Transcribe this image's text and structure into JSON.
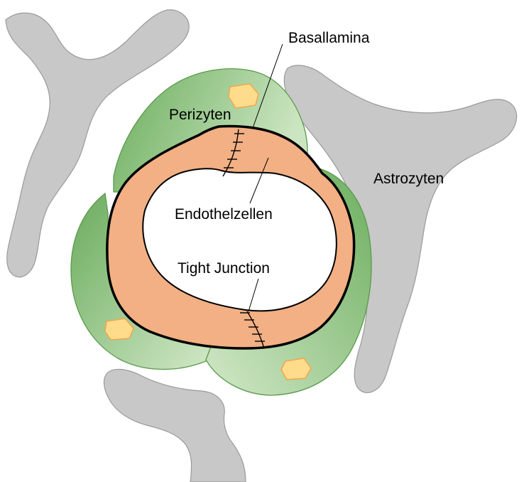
{
  "labels": {
    "basallamina": "Basallamina",
    "perizyten": "Perizyten",
    "astrozyten": "Astrozyten",
    "endothelzellen": "Endothelzellen",
    "tight_junction": "Tight Junction"
  },
  "colors": {
    "astrocyte_fill": "#c8c8c8",
    "pericyte_dark": "#6cae5e",
    "pericyte_light": "#c7e2bd",
    "endothelium_fill": "#f2b084",
    "nucleus_fill": "#ffdc8c",
    "outline": "#000000"
  }
}
